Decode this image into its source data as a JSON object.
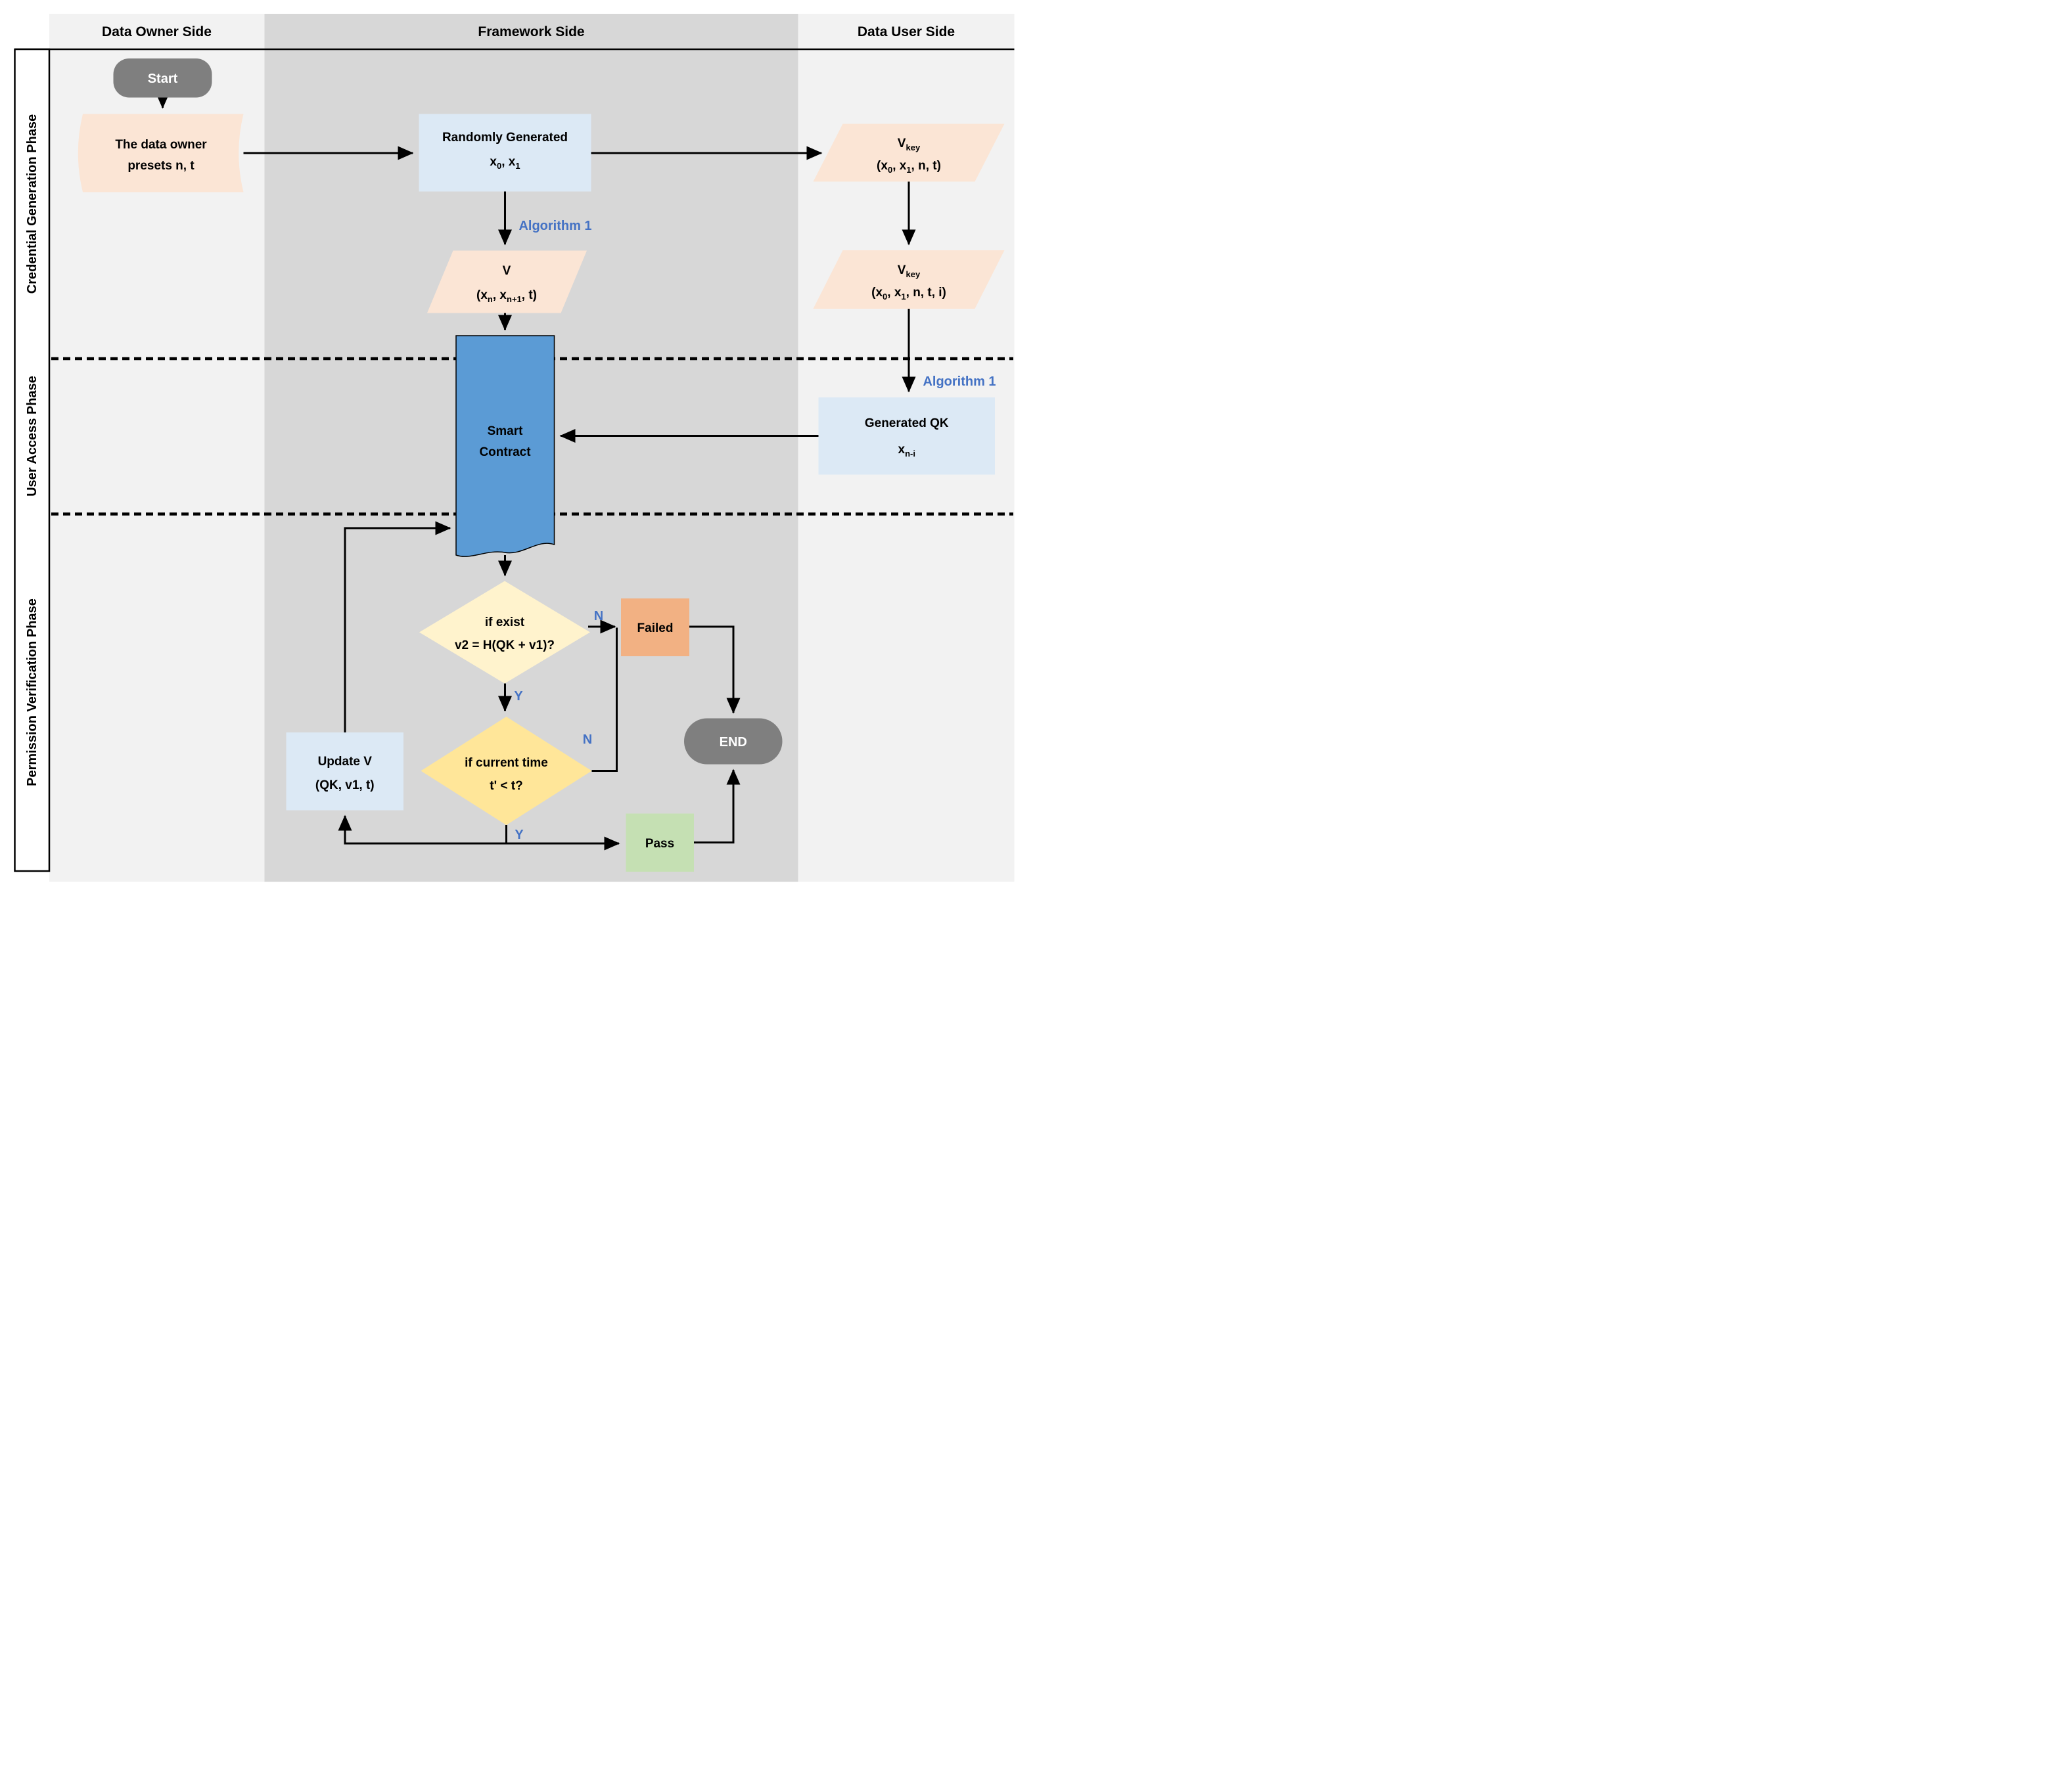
{
  "lanes": {
    "owner": "Data Owner Side",
    "framework": "Framework Side",
    "user": "Data User Side"
  },
  "phases": {
    "p1": "Credential Generation Phase",
    "p2": "User Access Phase",
    "p3": "Permission Verification Phase"
  },
  "flow": {
    "start": "Start",
    "preset": {
      "l1": "The data owner",
      "l2": "presets n, t"
    },
    "random": {
      "l1": "Randomly Generated",
      "x": "x",
      "s0": "0",
      "m": ", x",
      "s1": "1"
    },
    "alg_left": "Algorithm 1",
    "alg_right": "Algorithm 1",
    "v": {
      "t": "V",
      "o": "(x",
      "sn": "n",
      "m": ", x",
      "sn1": "n+1",
      "c": ", t)"
    },
    "vkey1": {
      "t": "V",
      "sk": "key",
      "o": "(x",
      "s0": "0",
      "m": ", x",
      "s1": "1",
      "c": ", n, t)"
    },
    "vkey2": {
      "t": "V",
      "sk": "key",
      "o": "(x",
      "s0": "0",
      "m": ", x",
      "s1": "1",
      "c": ", n, t, i)"
    },
    "smart": {
      "l1": "Smart",
      "l2": "Contract"
    },
    "genqk": {
      "l1": "Generated QK",
      "x": "x",
      "s": "n-i"
    },
    "d1": {
      "l1": "if exist",
      "l2": "v2 = H(QK + v1)?"
    },
    "d2": {
      "l1": "if current time",
      "l2": "t' < t?"
    },
    "failed": "Failed",
    "pass": "Pass",
    "end": "END",
    "update": {
      "l1": "Update V",
      "l2": "(QK, v1, t)"
    },
    "yes": "Y",
    "no": "N"
  },
  "colors": {
    "peach": "#FBE5D5",
    "lightblue": "#DCE9F5",
    "blue": "#5B9BD5",
    "cream": "#FFF3CD",
    "gold": "#FFE699",
    "orange": "#F2B183",
    "green": "#C5E0B3",
    "gray": "#7F7F7F",
    "label_blue": "#4472C4",
    "lane_light": "#F2F2F2",
    "lane_dark": "#D7D7D7",
    "line": "#000000"
  }
}
